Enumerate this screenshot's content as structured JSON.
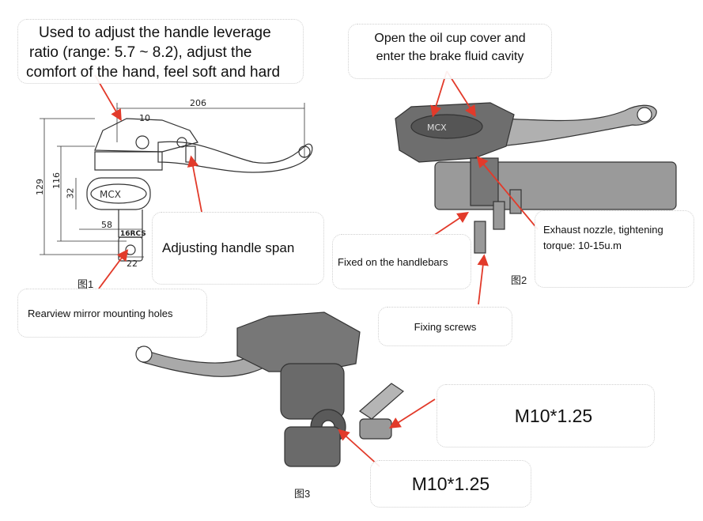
{
  "callouts": {
    "leverage_line1": "Used to adjust the handle leverage",
    "leverage_line2": "ratio (range: 5.7 ~ 8.2), adjust the",
    "leverage_line3": "comfort of the hand, feel soft and hard",
    "oilcup_line1": "Open the oil cup cover and",
    "oilcup_line2": "enter the brake fluid cavity",
    "span": "Adjusting handle span",
    "exhaust_line1": "Exhaust nozzle, tightening",
    "exhaust_line2": "torque: 10-15u.m",
    "handlebars": "Fixed on the handlebars",
    "mirror": "Rearview mirror mounting holes",
    "screws": "Fixing screws",
    "thread_right": "M10*1.25",
    "thread_bottom": "M10*1.25"
  },
  "figures": {
    "fig1": "图1",
    "fig2": "图2",
    "fig3": "图3"
  },
  "dimensions": {
    "d206": "206",
    "d10": "10",
    "d129": "129",
    "d116": "116",
    "d32": "32",
    "d58": "58",
    "d22": "22",
    "model": "16RCS",
    "brand": "MCX"
  },
  "colors": {
    "arrow": "#e23a2a",
    "line": "#333333",
    "part": "#555555"
  }
}
